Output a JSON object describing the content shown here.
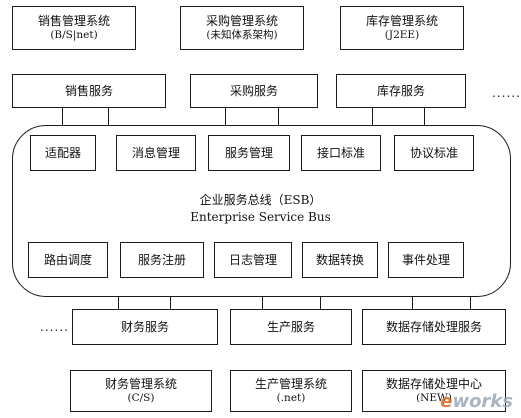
{
  "top_systems": [
    {
      "name": "销售管理系统",
      "sub": "(B/S|net)"
    },
    {
      "name": "采购管理系统",
      "sub": "(未知体系架构)"
    },
    {
      "name": "库存管理系统",
      "sub": "(J2EE)"
    }
  ],
  "top_services": [
    "销售服务",
    "采购服务",
    "库存服务"
  ],
  "top_ellipsis": "......",
  "bus_top_modules": [
    "适配器",
    "消息管理",
    "服务管理",
    "接口标准",
    "协议标准"
  ],
  "bus_title": "企业服务总线（ESB）",
  "bus_subtitle": "Enterprise Service Bus",
  "bus_bottom_modules": [
    "路由调度",
    "服务注册",
    "日志管理",
    "数据转换",
    "事件处理"
  ],
  "bottom_ellipsis": "......",
  "bottom_services": [
    "财务服务",
    "生产服务",
    "数据存储处理服务"
  ],
  "bottom_systems": [
    {
      "name": "财务管理系统",
      "sub": "(C/S)"
    },
    {
      "name": "生产管理系统",
      "sub": "(.net)"
    },
    {
      "name": "数据存储处理中心",
      "sub": "(NEW)"
    }
  ],
  "watermark": {
    "prefix": "e",
    "rest": "works"
  }
}
